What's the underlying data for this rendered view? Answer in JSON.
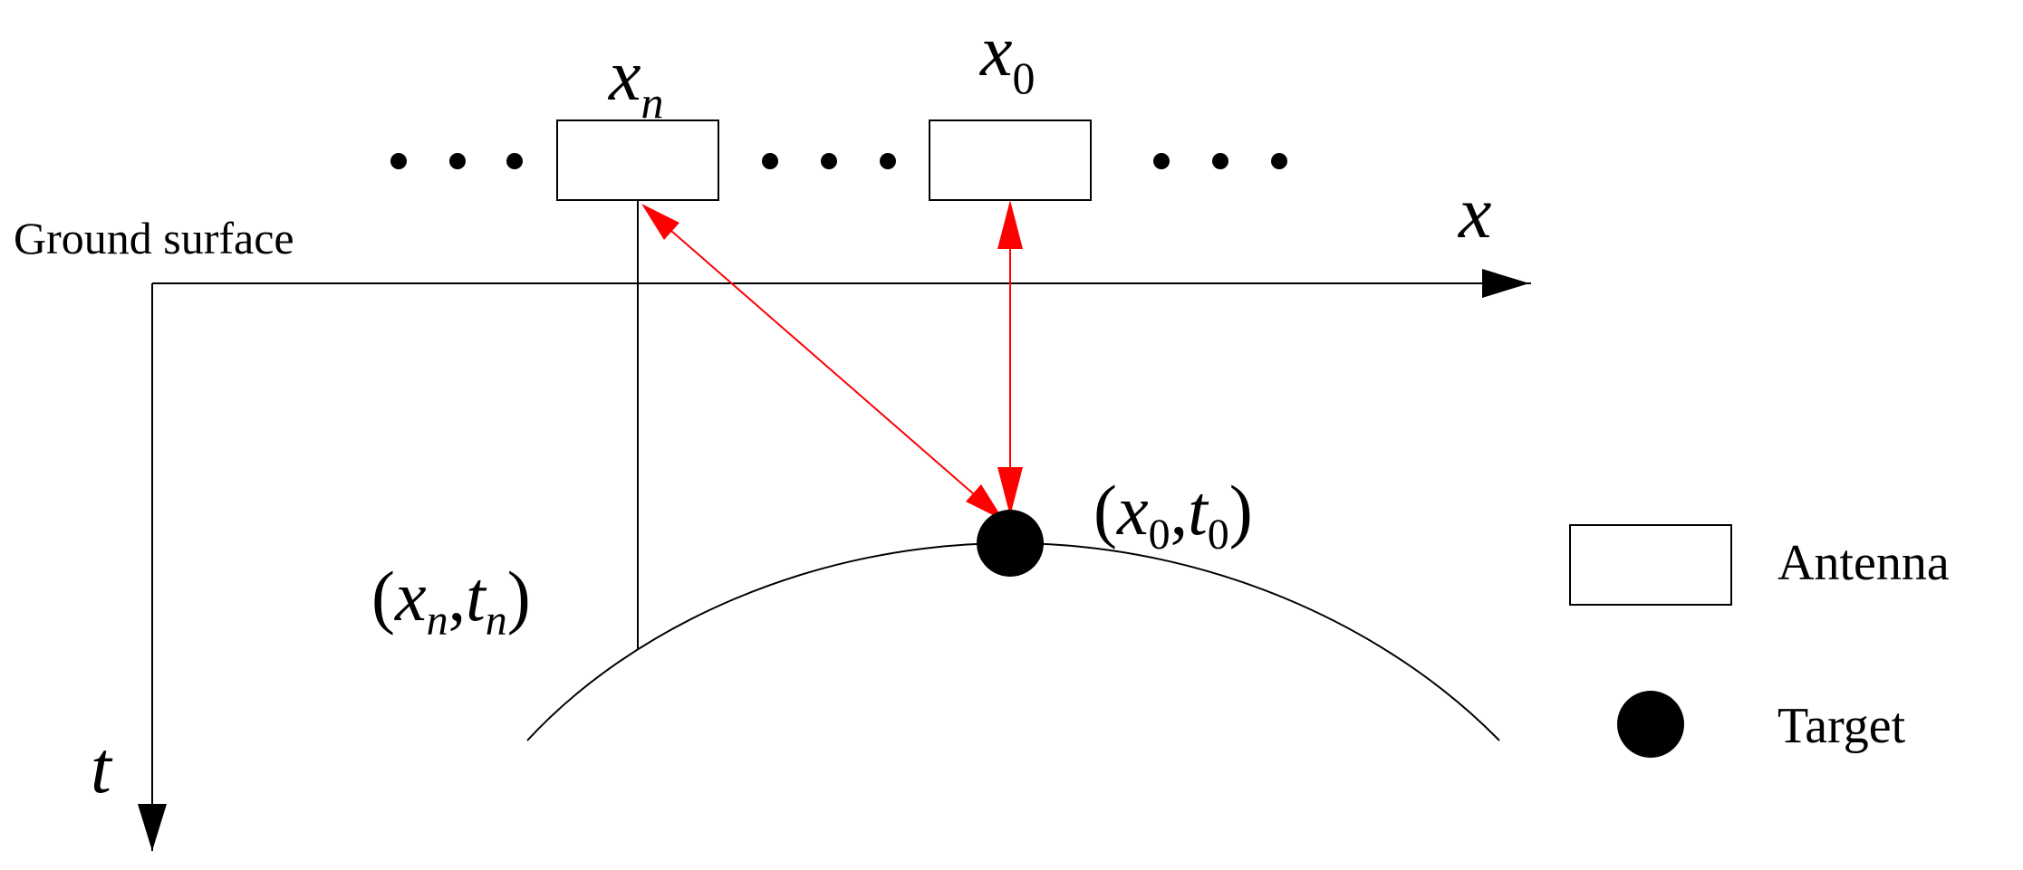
{
  "labels": {
    "ground_surface": "Ground surface",
    "x_axis": "x",
    "t_axis": "t",
    "antenna_n": {
      "base": "x",
      "sub": "n"
    },
    "antenna_0": {
      "base": "x",
      "sub": "0"
    },
    "point_n": {
      "open": "(",
      "x": "x",
      "xsub": "n",
      "comma": ",",
      "t": "t",
      "tsub": "n",
      "close": ")"
    },
    "point_0": {
      "open": "(",
      "x": "x",
      "xsub": "0",
      "comma": ",",
      "t": "t",
      "tsub": "0",
      "close": ")"
    }
  },
  "legend": {
    "antenna": "Antenna",
    "target": "Target"
  },
  "colors": {
    "line": "#000000",
    "ray": "#ff0000",
    "background": "#ffffff"
  }
}
